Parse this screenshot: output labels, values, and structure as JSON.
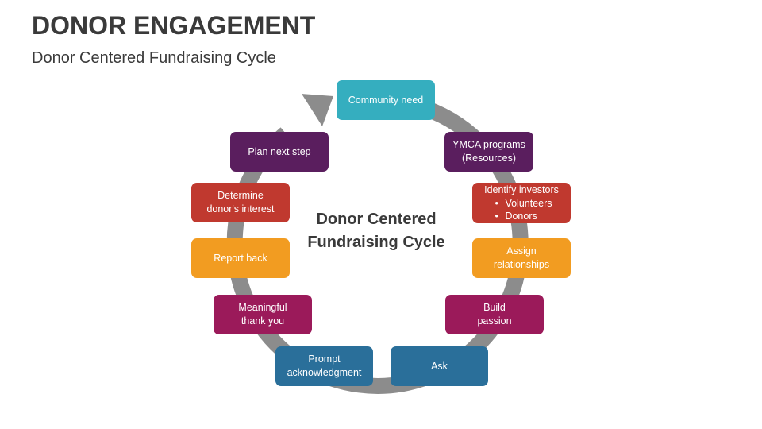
{
  "title": "DONOR ENGAGEMENT",
  "subtitle": "Donor Centered Fundraising Cycle",
  "center_label": "Donor Centered\nFundraising Cycle",
  "colors": {
    "ring": "#8c8c8c",
    "teal": "#35aebf",
    "purple": "#5a1e5e",
    "red": "#c0392f",
    "orange": "#f29c21",
    "magenta": "#9b1a5a",
    "blue": "#2a6f9a"
  },
  "nodes": [
    {
      "id": "community-need",
      "label": "Community need",
      "color": "#35aebf"
    },
    {
      "id": "ymca-programs",
      "label": "YMCA programs\n(Resources)",
      "color": "#5a1e5e"
    },
    {
      "id": "identify-investors",
      "label": "Identify investors",
      "items": [
        "Volunteers",
        "Donors"
      ],
      "color": "#c0392f"
    },
    {
      "id": "assign-relationships",
      "label": "Assign\nrelationships",
      "color": "#f29c21"
    },
    {
      "id": "build-passion",
      "label": "Build\npassion",
      "color": "#9b1a5a"
    },
    {
      "id": "ask",
      "label": "Ask",
      "color": "#2a6f9a"
    },
    {
      "id": "prompt-acknowledgment",
      "label": "Prompt\nacknowledgment",
      "color": "#2a6f9a"
    },
    {
      "id": "meaningful-thank-you",
      "label": "Meaningful\nthank you",
      "color": "#9b1a5a"
    },
    {
      "id": "report-back",
      "label": "Report back",
      "color": "#f29c21"
    },
    {
      "id": "determine-donor-interest",
      "label": "Determine\ndonor's interest",
      "color": "#c0392f"
    },
    {
      "id": "plan-next-step",
      "label": "Plan next step",
      "color": "#5a1e5e"
    }
  ]
}
